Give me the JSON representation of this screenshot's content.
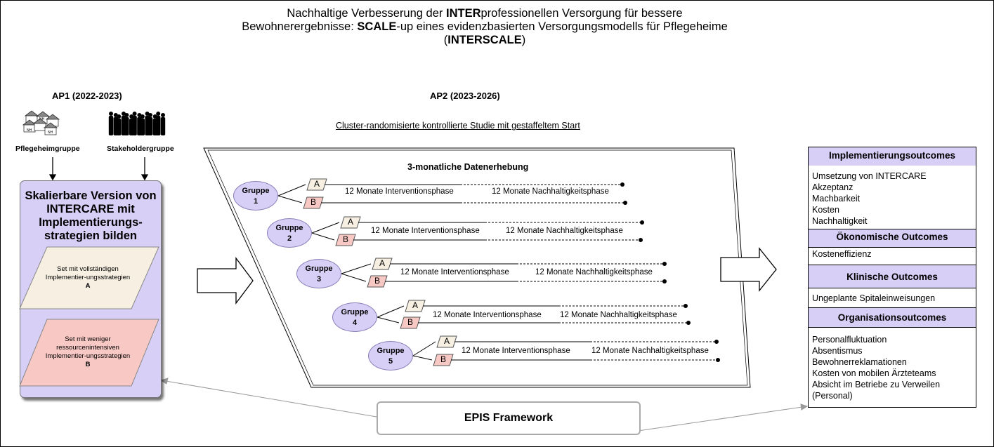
{
  "title": {
    "line1_pre": "Nachhaltige Verbesserung der ",
    "line1_bold": "INTER",
    "line1_post": "professionellen Versorgung für bessere",
    "line2_pre": "Bewohnerergebnisse: ",
    "line2_bold": "SCALE",
    "line2_post": "-up eines evidenzbasierten Versorgungsmodells für Pflegeheime",
    "line3_pre": "(",
    "line3_bold": "INTERSCALE",
    "line3_post": ")"
  },
  "ap1": {
    "label": "AP1 (2022-2023)",
    "nursing_home_group": "Pflegeheimgruppe",
    "stakeholder_group": "Stakeholdergruppe",
    "nh_icon_text": "NH",
    "box_title": "Skalierbare Version von INTERCARE mit Implementierungs-strategien bilden",
    "set_a_text": "Set mit vollständigen Implementier-ungsstrategien",
    "set_a_letter": "A",
    "set_b_text": "Set mit weniger ressourcenintensiven Implementier-ungsstrategien",
    "set_b_letter": "B",
    "set_a_color": "#f6efe2",
    "set_b_color": "#f8c9c4"
  },
  "ap2": {
    "label": "AP2 (2023-2026)",
    "study_design": "Cluster-randomisierte kontrollierte Studie mit gestaffeltem Start",
    "data_collection": "3-monatliche Datenerhebung",
    "groups": [
      {
        "name": "Gruppe",
        "number": "1",
        "a": "A",
        "b": "B",
        "intervention": "12 Monate Interventionsphase",
        "sustain": "12 Monate Nachhaltigkeitsphase"
      },
      {
        "name": "Gruppe",
        "number": "2",
        "a": "A",
        "b": "B",
        "intervention": "12 Monate Interventionsphase",
        "sustain": "12 Monate Nachhaltigkeitsphase"
      },
      {
        "name": "Gruppe",
        "number": "3",
        "a": "A",
        "b": "B",
        "intervention": "12 Monate Interventionsphase",
        "sustain": "12 Monate Nachhaltigkeitsphase"
      },
      {
        "name": "Gruppe",
        "number": "4",
        "a": "A",
        "b": "B",
        "intervention": "12 Monate Interventionsphase",
        "sustain": "12 Monate Nachhaltigkeitsphase"
      },
      {
        "name": "Gruppe",
        "number": "5",
        "a": "A",
        "b": "B",
        "intervention": "12 Monate Interventionsphase",
        "sustain": "12 Monate Nachhaltigkeitsphase"
      }
    ]
  },
  "outcomes": {
    "implementation": {
      "title": "Implementierungsoutcomes",
      "items": [
        "Umsetzung von INTERCARE",
        "Akzeptanz",
        "Machbarkeit",
        "Kosten",
        "Nachhaltigkeit"
      ]
    },
    "economic": {
      "title": "Ökonomische Outcomes",
      "items": [
        "Kosteneffizienz"
      ]
    },
    "clinical": {
      "title": "Klinische Outcomes",
      "items": [
        "Ungeplante Spitaleinweisungen"
      ]
    },
    "organisational": {
      "title": "Organisationsoutcomes",
      "items": [
        "Personalfluktuation",
        "Absentismus",
        "Bewohnerreklamationen",
        "Kosten von mobilen Ärzteteams",
        "Absicht im Betriebe zu Verweilen",
        "(Personal)"
      ]
    }
  },
  "epis": {
    "label": "EPIS Framework"
  },
  "colors": {
    "lavender": "#d8cff7",
    "a_fill": "#f6efe2",
    "b_fill": "#f8c9c4"
  }
}
